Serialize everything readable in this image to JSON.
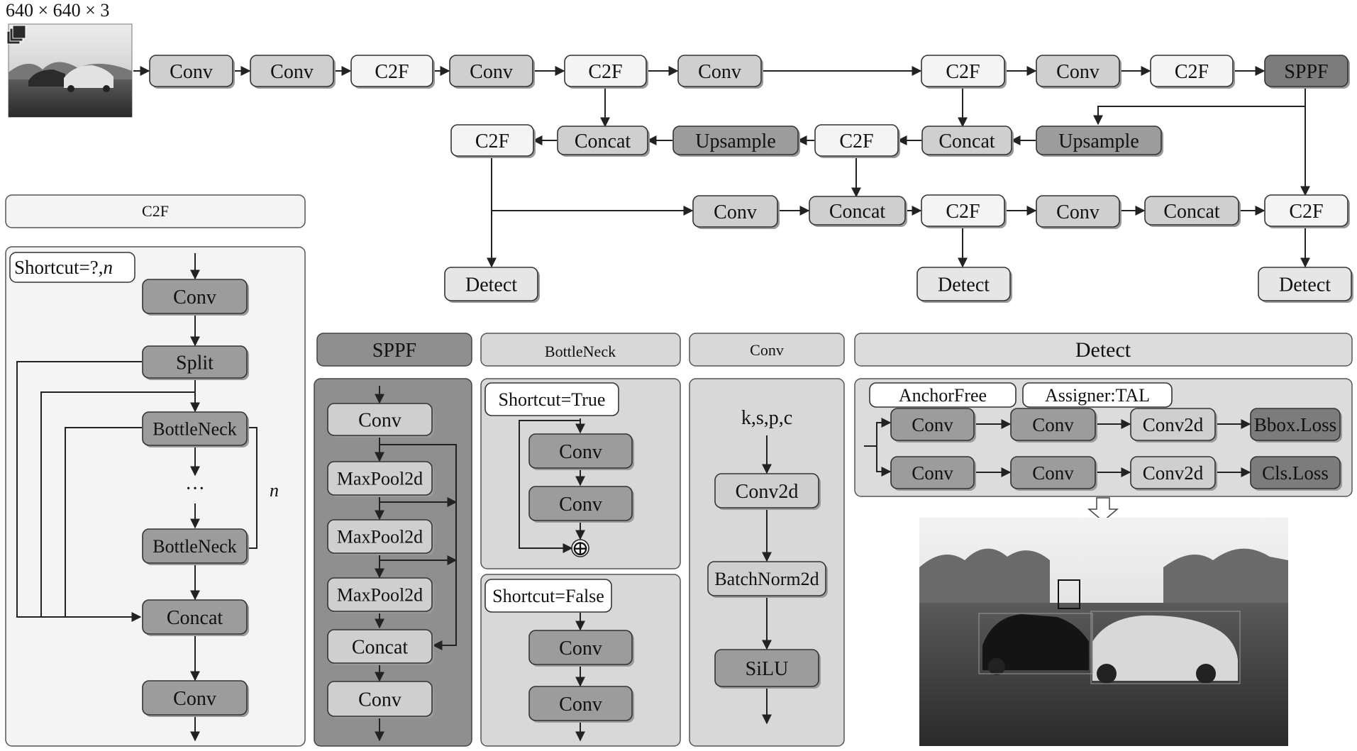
{
  "input": {
    "shape_label": "640 × 640 × 3",
    "image": "input-car-photo"
  },
  "output": {
    "image": "detection-result-photo"
  },
  "colors": {
    "light": "#f4f4f4",
    "mid": "#cfcfcf",
    "dark": "#9c9c9c",
    "darker": "#7c7c7c",
    "panel_light": "#ececec",
    "panel_mid": "#d8d8d8",
    "panel_dark": "#8f8f8f",
    "line": "#222222"
  },
  "backbone": {
    "nodes": [
      "Conv",
      "Conv",
      "C2F",
      "Conv",
      "C2F",
      "Conv",
      "C2F",
      "Conv",
      "C2F",
      "SPPF"
    ]
  },
  "neck": {
    "row2": [
      "C2F",
      "Concat",
      "Upsample",
      "C2F",
      "Concat",
      "Upsample"
    ],
    "row3": [
      "Conv",
      "Concat",
      "C2F",
      "Conv",
      "Concat",
      "C2F"
    ],
    "detect": [
      "Detect",
      "Detect",
      "Detect"
    ]
  },
  "c2f_module": {
    "title": "C2F",
    "shortcut_label": "Shortcut=?,",
    "shortcut_n": "n",
    "nodes": [
      "Conv",
      "Split",
      "BottleNeck",
      "···",
      "BottleNeck",
      "Concat",
      "Conv"
    ],
    "brace_label": "n"
  },
  "sppf_module": {
    "title": "SPPF",
    "nodes": [
      "Conv",
      "MaxPool2d",
      "MaxPool2d",
      "MaxPool2d",
      "Concat",
      "Conv"
    ]
  },
  "bottleneck_module": {
    "title": "BottleNeck",
    "shortcut_true": "Shortcut=True",
    "shortcut_false": "Shortcut=False",
    "nodes_true": [
      "Conv",
      "Conv"
    ],
    "nodes_false": [
      "Conv",
      "Conv"
    ],
    "add_symbol": "⊕"
  },
  "conv_module": {
    "title": "Conv",
    "params": "k,s,p,c",
    "nodes": [
      "Conv2d",
      "BatchNorm2d",
      "SiLU"
    ]
  },
  "detect_module": {
    "title": "Detect",
    "tags": [
      "AnchorFree",
      "Assigner:TAL"
    ],
    "row1": [
      "Conv",
      "Conv",
      "Conv2d",
      "Bbox.Loss"
    ],
    "row2": [
      "Conv",
      "Conv",
      "Conv2d",
      "Cls.Loss"
    ]
  }
}
